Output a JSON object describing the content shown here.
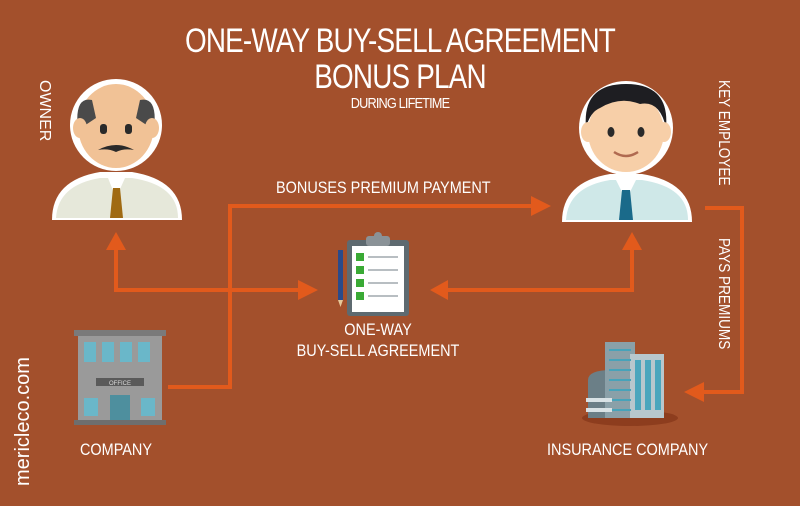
{
  "title_line1": "ONE-WAY BUY-SELL AGREEMENT",
  "title_line2": "BONUS PLAN",
  "subtitle": "DURING LIFETIME",
  "labels": {
    "owner": "OWNER",
    "key_employee": "KEY EMPLOYEE",
    "bonuses": "BONUSES PREMIUM PAYMENT",
    "agreement_line1": "ONE-WAY",
    "agreement_line2": "BUY-SELL AGREEMENT",
    "pays_premiums": "PAYS PREMIUMS",
    "company": "COMPANY",
    "insurance": "INSURANCE COMPANY",
    "building_sign": "OFFICE"
  },
  "watermark": "mericleco.com",
  "colors": {
    "background": "#a3502c",
    "arrow": "#e25a1c",
    "text": "#ffffff"
  },
  "icons": [
    "owner-person-icon",
    "key-employee-person-icon",
    "clipboard-checklist-icon",
    "office-building-icon",
    "insurance-building-icon"
  ]
}
